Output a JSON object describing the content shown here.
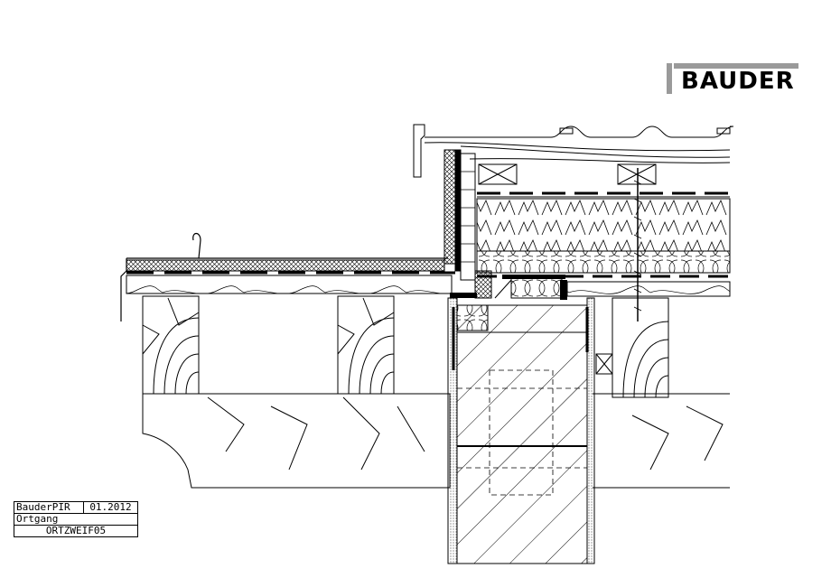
{
  "logo": {
    "text": "BAUDER"
  },
  "title_block": {
    "product": "BauderPIR",
    "date": "01.2012",
    "subject": "Ortgang",
    "drawing_code": "ORTZWEIF05"
  }
}
